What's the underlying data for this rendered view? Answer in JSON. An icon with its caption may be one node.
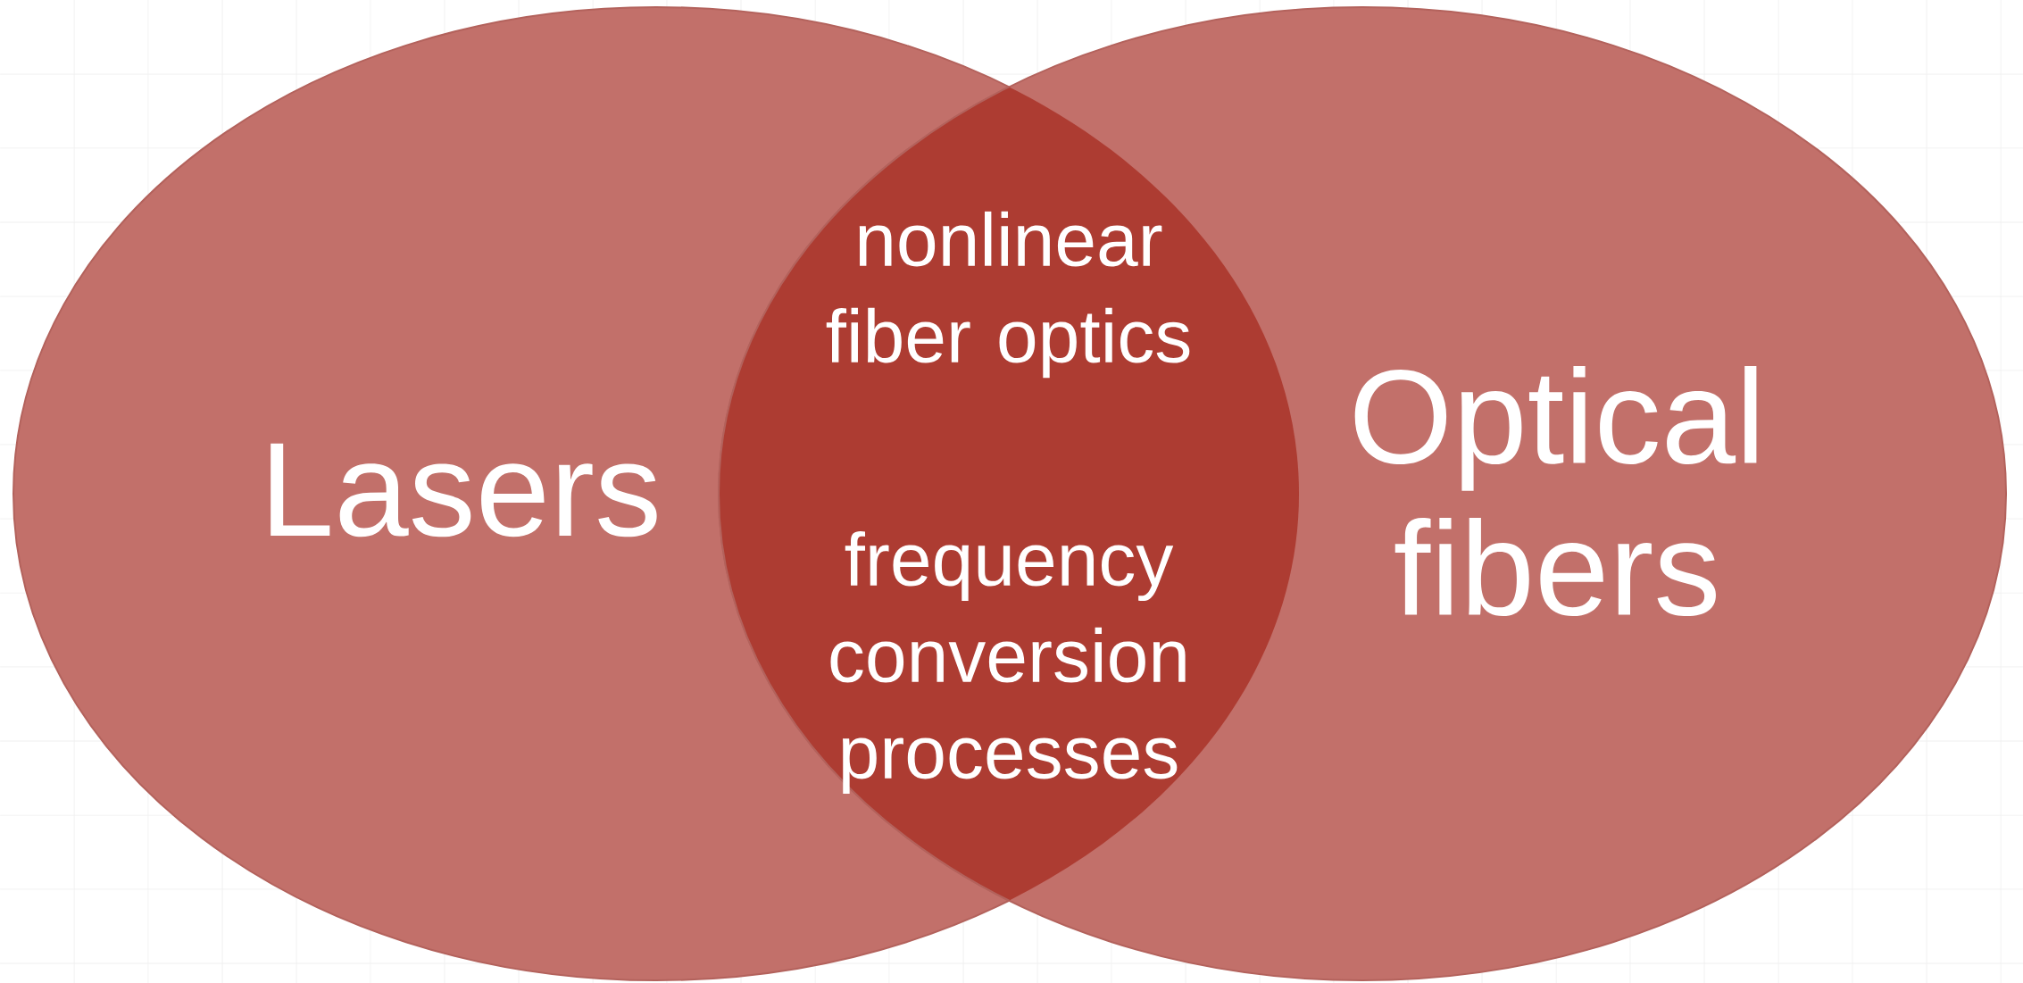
{
  "diagram": {
    "nodes": [
      {
        "text": [
          "Lasers"
        ]
      },
      {
        "text": [
          "Optical fibers"
        ]
      },
      {
        "text": [
          "nonlinear fiber optics",
          "frequency conversion processes"
        ]
      }
    ]
  }
}
